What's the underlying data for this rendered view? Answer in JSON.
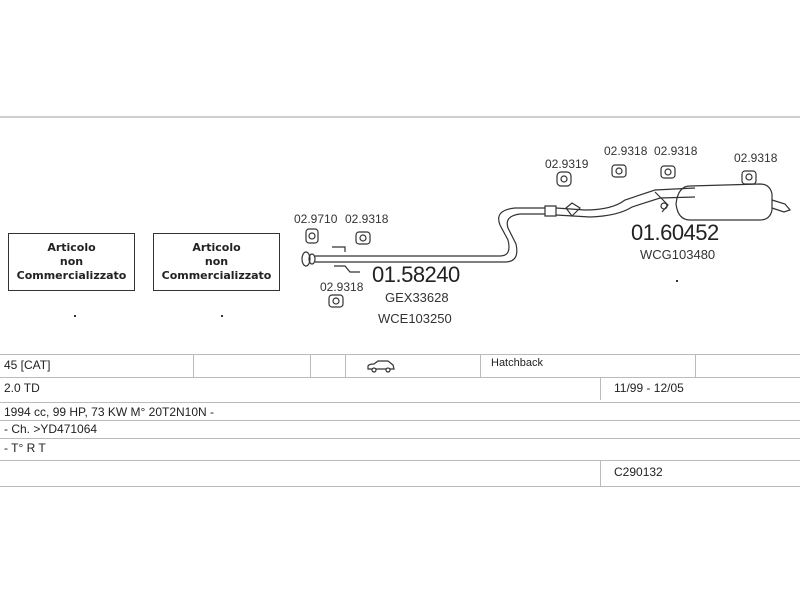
{
  "boxes": [
    {
      "line1": "Articolo",
      "line2": "non",
      "line3": "Commercializzato"
    },
    {
      "line1": "Articolo",
      "line2": "non",
      "line3": "Commercializzato"
    }
  ],
  "parts": {
    "p1": "02.9710",
    "p2": "02.9318",
    "p3": "02.9318",
    "p4": "02.9319",
    "p5": "02.9318",
    "p6": "02.9318",
    "p7": "02.9318",
    "mid_pipe": "01.58240",
    "mid_ref1": "GEX33628",
    "mid_ref2": "WCE103250",
    "rear_pipe": "01.60452",
    "rear_ref": "WCG103480"
  },
  "table": {
    "model": "45  [CAT]",
    "body_type": "Hatchback",
    "engine": "2.0 TD",
    "years": "11/99 - 12/05",
    "spec": "1994 cc, 99 HP, 73 KW M° 20T2N10N -",
    "chassis": "- Ch. >YD471064",
    "note": "- T° R T",
    "code": "C290132"
  }
}
